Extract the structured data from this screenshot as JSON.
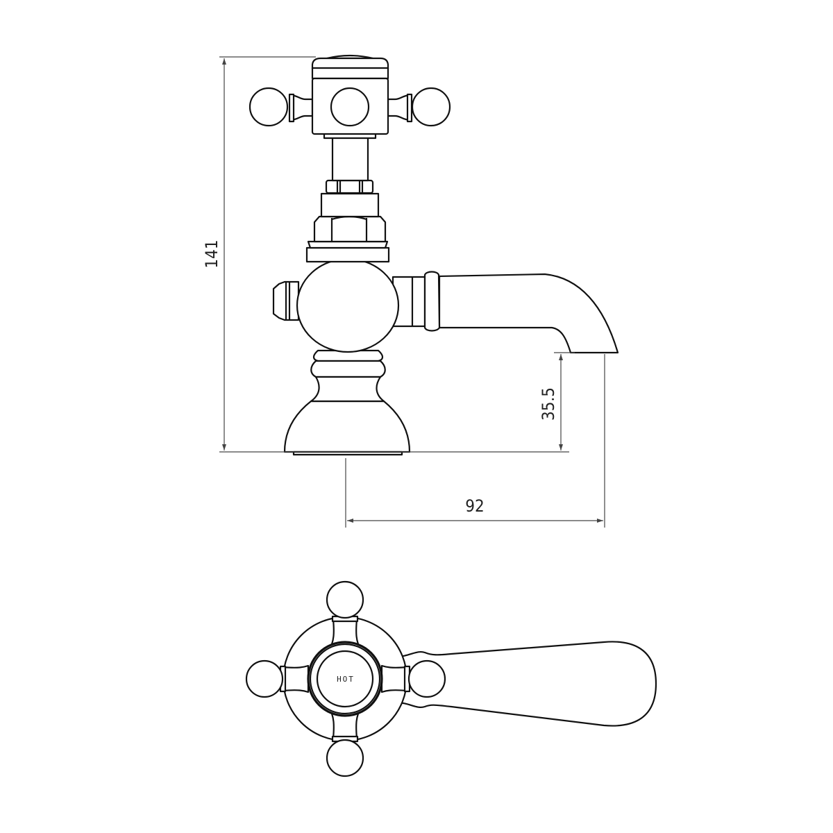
{
  "drawing": {
    "side_view": {
      "dimensions": {
        "overall_height": "141",
        "spout_height": "35.5",
        "spout_reach": "92"
      }
    },
    "plan_view": {
      "handle_label": "HOT"
    },
    "line_color": "#111111"
  }
}
